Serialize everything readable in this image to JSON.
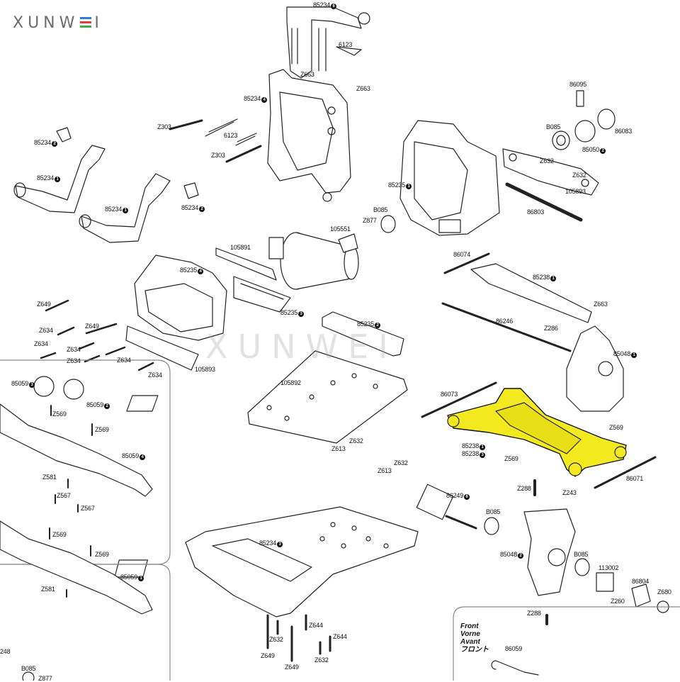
{
  "brand": {
    "logo_text": "XUNW",
    "logo_tail": "I",
    "logo_colors": [
      "#2e7bd8",
      "#e23b3b",
      "#3cb043"
    ],
    "watermark": "XUNWEI"
  },
  "highlight_color": "#f2ea1f",
  "direction_note": {
    "lines": [
      "Front",
      "Vorne",
      "Avant",
      "フロント"
    ]
  },
  "parts": [
    {
      "id": "p1",
      "text": "85234",
      "n": "6"
    },
    {
      "id": "p2",
      "text": "Z663",
      "n": ""
    },
    {
      "id": "p3",
      "text": "6123",
      "n": ""
    },
    {
      "id": "p4",
      "text": "Z663",
      "n": ""
    },
    {
      "id": "p5",
      "text": "85234",
      "n": "4"
    },
    {
      "id": "p6",
      "text": "Z303",
      "n": ""
    },
    {
      "id": "p7",
      "text": "6123",
      "n": ""
    },
    {
      "id": "p8",
      "text": "Z303",
      "n": ""
    },
    {
      "id": "p9",
      "text": "85234",
      "n": "2"
    },
    {
      "id": "p10",
      "text": "85234",
      "n": "1"
    },
    {
      "id": "p11",
      "text": "85234",
      "n": "1"
    },
    {
      "id": "p12",
      "text": "85234",
      "n": "2"
    },
    {
      "id": "p13",
      "text": "86095",
      "n": ""
    },
    {
      "id": "p14",
      "text": "B085",
      "n": ""
    },
    {
      "id": "p15",
      "text": "86083",
      "n": ""
    },
    {
      "id": "p16",
      "text": "85050",
      "n": "2"
    },
    {
      "id": "p17",
      "text": "Z632",
      "n": ""
    },
    {
      "id": "p18",
      "text": "Z632",
      "n": ""
    },
    {
      "id": "p19",
      "text": "85235",
      "n": "1"
    },
    {
      "id": "p20",
      "text": "105893",
      "n": ""
    },
    {
      "id": "p21",
      "text": "B085",
      "n": ""
    },
    {
      "id": "p22",
      "text": "Z877",
      "n": ""
    },
    {
      "id": "p23",
      "text": "86803",
      "n": ""
    },
    {
      "id": "p24",
      "text": "105551",
      "n": ""
    },
    {
      "id": "p25",
      "text": "105891",
      "n": ""
    },
    {
      "id": "p26",
      "text": "86074",
      "n": ""
    },
    {
      "id": "p27",
      "text": "85235",
      "n": "4"
    },
    {
      "id": "p28",
      "text": "85238",
      "n": "1"
    },
    {
      "id": "p29",
      "text": "85235",
      "n": "3"
    },
    {
      "id": "p30",
      "text": "Z663",
      "n": ""
    },
    {
      "id": "p31",
      "text": "Z649",
      "n": ""
    },
    {
      "id": "p32",
      "text": "86246",
      "n": ""
    },
    {
      "id": "p33",
      "text": "85235",
      "n": "2"
    },
    {
      "id": "p34",
      "text": "Z634",
      "n": ""
    },
    {
      "id": "p35",
      "text": "Z649",
      "n": ""
    },
    {
      "id": "p36",
      "text": "Z286",
      "n": ""
    },
    {
      "id": "p37",
      "text": "Z634",
      "n": ""
    },
    {
      "id": "p38",
      "text": "Z634",
      "n": ""
    },
    {
      "id": "p39",
      "text": "85048",
      "n": "1"
    },
    {
      "id": "p40",
      "text": "Z634",
      "n": ""
    },
    {
      "id": "p41",
      "text": "Z634",
      "n": ""
    },
    {
      "id": "p42",
      "text": "105893",
      "n": ""
    },
    {
      "id": "p43",
      "text": "Z634",
      "n": ""
    },
    {
      "id": "p44",
      "text": "85059",
      "n": "3"
    },
    {
      "id": "p45",
      "text": "105892",
      "n": ""
    },
    {
      "id": "p46",
      "text": "86073",
      "n": ""
    },
    {
      "id": "p47",
      "text": "Z569",
      "n": ""
    },
    {
      "id": "p48",
      "text": "85059",
      "n": "2"
    },
    {
      "id": "p49",
      "text": "Z569",
      "n": ""
    },
    {
      "id": "p50",
      "text": "Z569",
      "n": ""
    },
    {
      "id": "p51",
      "text": "Z632",
      "n": ""
    },
    {
      "id": "p52",
      "text": "Z613",
      "n": ""
    },
    {
      "id": "p53",
      "text": "85238",
      "n": "1"
    },
    {
      "id": "p54",
      "text": "85238",
      "n": "3"
    },
    {
      "id": "p55",
      "text": "85059",
      "n": "4"
    },
    {
      "id": "p56",
      "text": "Z632",
      "n": ""
    },
    {
      "id": "p57",
      "text": "Z613",
      "n": ""
    },
    {
      "id": "p58",
      "text": "Z569",
      "n": ""
    },
    {
      "id": "p59",
      "text": "86071",
      "n": ""
    },
    {
      "id": "p60",
      "text": "Z581",
      "n": ""
    },
    {
      "id": "p61",
      "text": "Z288",
      "n": ""
    },
    {
      "id": "p62",
      "text": "Z567",
      "n": ""
    },
    {
      "id": "p63",
      "text": "Z567",
      "n": ""
    },
    {
      "id": "p64",
      "text": "86249",
      "n": "6"
    },
    {
      "id": "p65",
      "text": "Z243",
      "n": ""
    },
    {
      "id": "p66",
      "text": "B085",
      "n": ""
    },
    {
      "id": "p67",
      "text": "Z569",
      "n": ""
    },
    {
      "id": "p68",
      "text": "85234",
      "n": "3"
    },
    {
      "id": "p69",
      "text": "Z569",
      "n": ""
    },
    {
      "id": "p70",
      "text": "85048",
      "n": "2"
    },
    {
      "id": "p71",
      "text": "B085",
      "n": ""
    },
    {
      "id": "p72",
      "text": "85059",
      "n": "1"
    },
    {
      "id": "p73",
      "text": "113002",
      "n": ""
    },
    {
      "id": "p74",
      "text": "86804",
      "n": ""
    },
    {
      "id": "p75",
      "text": "Z581",
      "n": ""
    },
    {
      "id": "p76",
      "text": "Z260",
      "n": ""
    },
    {
      "id": "p77",
      "text": "Z680",
      "n": ""
    },
    {
      "id": "p78",
      "text": "Z288",
      "n": ""
    },
    {
      "id": "p79",
      "text": "Z644",
      "n": ""
    },
    {
      "id": "p80",
      "text": "Z644",
      "n": ""
    },
    {
      "id": "p81",
      "text": "Z632",
      "n": ""
    },
    {
      "id": "p82",
      "text": "Z632",
      "n": ""
    },
    {
      "id": "p83",
      "text": "Z649",
      "n": ""
    },
    {
      "id": "p84",
      "text": "Z649",
      "n": ""
    },
    {
      "id": "p85",
      "text": "86059",
      "n": ""
    },
    {
      "id": "p86",
      "text": "248",
      "n": ""
    },
    {
      "id": "p87",
      "text": "B085",
      "n": ""
    },
    {
      "id": "p88",
      "text": "Z877",
      "n": ""
    }
  ]
}
